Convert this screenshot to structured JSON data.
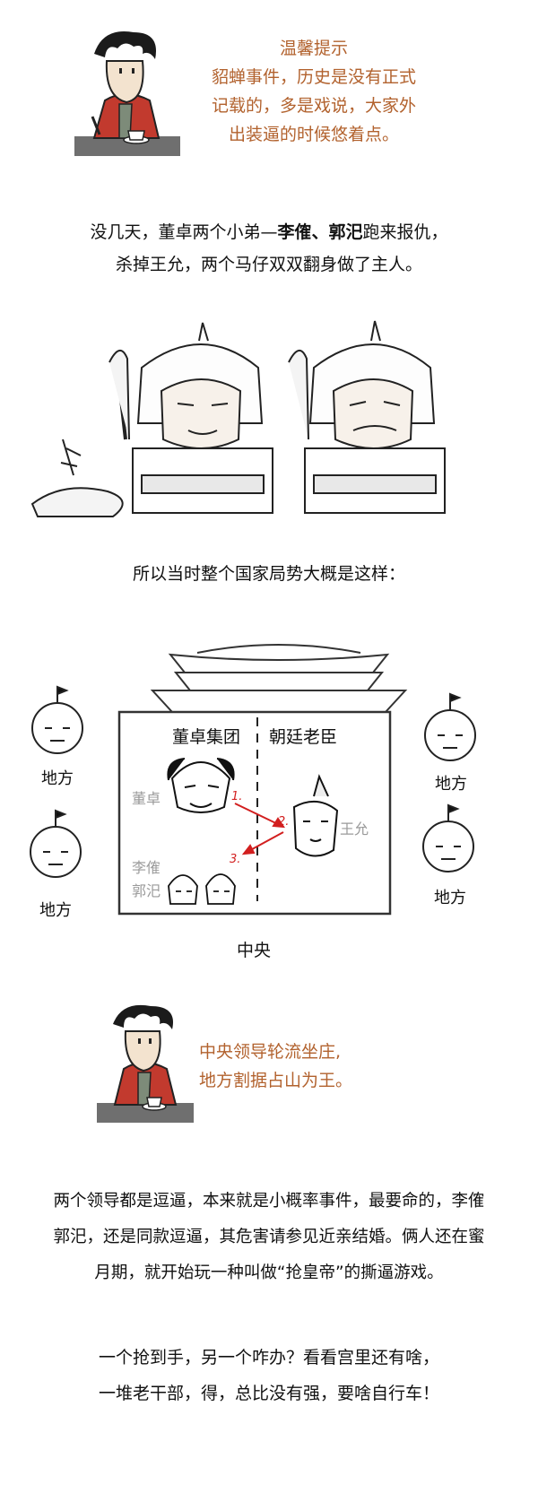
{
  "tip1": {
    "lines": [
      "温馨提示",
      "貂蝉事件，历史是没有正式",
      "记载的，多是戏说，大家外",
      "出装逼的时候悠着点。"
    ]
  },
  "story1": {
    "line1_a": "没几天，董卓两个小弟—",
    "line1_b": "李傕、郭汜",
    "line1_c": "跑来报仇，",
    "line2": "杀掉王允，两个马仔双双翻身做了主人。"
  },
  "story2": "所以当时整个国家局势大概是这样：",
  "diagram": {
    "left_group": "董卓集团",
    "right_group": "朝廷老臣",
    "dongzhuo": "董卓",
    "wangyun": "王允",
    "lijue": "李傕",
    "guosi": "郭汜",
    "step1": "1.",
    "step2": "2.",
    "step3": "3.",
    "center": "中央",
    "local": [
      "地方",
      "地方",
      "地方",
      "地方"
    ]
  },
  "tip2": {
    "lines": [
      "中央领导轮流坐庄,",
      "地方割据占山为王。"
    ]
  },
  "story3": {
    "lines": [
      "两个领导都是逗逼，本来就是小概率事件，最要命的，李傕",
      "郭汜，还是同款逗逼，其危害请参见近亲结婚。俩人还在蜜",
      "月期，就开始玩一种叫做“抢皇帝”的撕逼游戏。"
    ]
  },
  "story4": {
    "lines": [
      "一个抢到手，另一个咋办？看看宫里还有啥，",
      "一堆老干部，得，总比没有强，要啥自行车！"
    ]
  },
  "colors": {
    "note": "#b2622e",
    "arrow": "#d21f1f",
    "accent_red": "#b3262c"
  }
}
